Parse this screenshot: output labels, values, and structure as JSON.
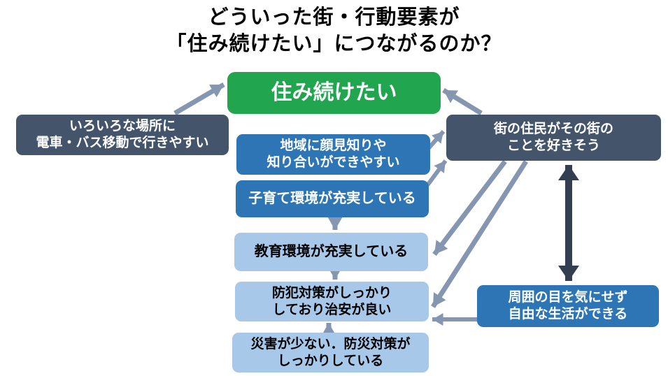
{
  "title": "どういった街・行動要素が\n「住み続けたい」につながるのか？",
  "colors": {
    "background": "#FFFFFF",
    "title_text": "#000000",
    "goal_green": "#21A54F",
    "dark_navy": "#44546A",
    "mid_blue": "#2E75B6",
    "light_blue": "#A8C8EA",
    "arrow": "#8496B0",
    "dark_arrow": "#333F50",
    "box_text_light": "#FFFFFF",
    "box_text_dark": "#000000"
  },
  "nodes": {
    "goal": {
      "label": "住み続けたい"
    },
    "transit": {
      "label": "いろいろな場所に\n電車・バス移動で行きやすい"
    },
    "residents_love": {
      "label": "街の住民がその街の\nことを好きそう"
    },
    "acquaintance": {
      "label": "地域に顔見知りや\n知り合いができやすい"
    },
    "childcare": {
      "label": "子育て環境が充実している"
    },
    "education": {
      "label": "教育環境が充実している"
    },
    "security": {
      "label": "防犯対策がしっかり\nしており治安が良い"
    },
    "disaster": {
      "label": "災害が少ない．防災対策が\nしっかりしている"
    },
    "freedom": {
      "label": "周囲の目を気にせず\n自由な生活ができる"
    }
  },
  "edges": [
    {
      "from": "transit",
      "to": "goal",
      "heads": "single"
    },
    {
      "from": "residents_love",
      "to": "goal",
      "heads": "single"
    },
    {
      "from": "acquaintance",
      "to": "residents_love",
      "heads": "single"
    },
    {
      "from": "childcare",
      "to": "residents_love",
      "heads": "single"
    },
    {
      "from": "residents_love",
      "to": "education",
      "heads": "single"
    },
    {
      "from": "residents_love",
      "to": "security",
      "heads": "single"
    },
    {
      "from": "freedom",
      "to": "security",
      "heads": "single"
    },
    {
      "from": "childcare",
      "to": "education",
      "heads": "single"
    },
    {
      "from": "education",
      "to": "security",
      "heads": "single"
    },
    {
      "from": "disaster",
      "to": "security",
      "heads": "single"
    },
    {
      "from": "residents_love",
      "to": "freedom",
      "heads": "double",
      "color": "dark_arrow"
    }
  ]
}
